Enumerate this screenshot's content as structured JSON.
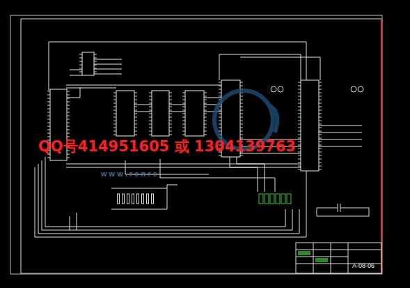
{
  "diagram": {
    "nodes": [
      {
        "text": [
          "A-08-06"
        ]
      }
    ],
    "labels": [
      "QQ号414951605 或 1304139763",
      "w w w . r e n r e"
    ]
  }
}
